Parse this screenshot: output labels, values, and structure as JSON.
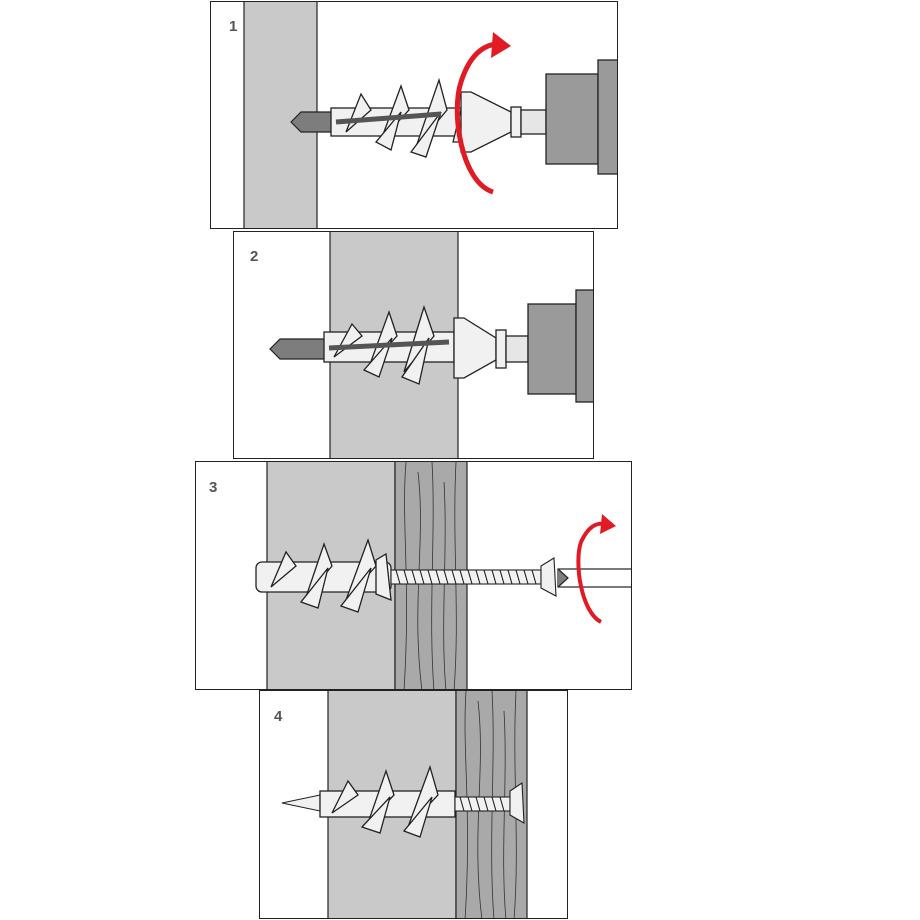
{
  "steps": [
    {
      "number": "1"
    },
    {
      "number": "2"
    },
    {
      "number": "3"
    },
    {
      "number": "4"
    }
  ],
  "colors": {
    "wall": "#c9c9c9",
    "wood": "#a9a9a9",
    "bit": "#7d7d7d",
    "tool": "#9a9a9a",
    "anchor": "#f1f1f1",
    "outline": "#222222",
    "arrow": "#e01b24"
  }
}
